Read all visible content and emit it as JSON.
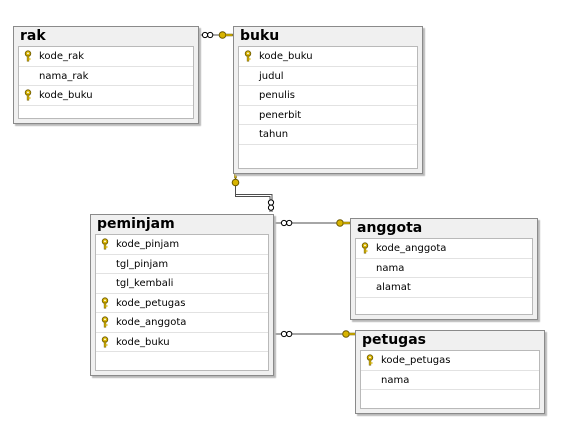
{
  "tables": {
    "rak": {
      "title": "rak",
      "columns": [
        {
          "name": "kode_rak",
          "key": true
        },
        {
          "name": "nama_rak",
          "key": false
        },
        {
          "name": "kode_buku",
          "key": true
        }
      ]
    },
    "buku": {
      "title": "buku",
      "columns": [
        {
          "name": "kode_buku",
          "key": true
        },
        {
          "name": "judul",
          "key": false
        },
        {
          "name": "penulis",
          "key": false
        },
        {
          "name": "penerbit",
          "key": false
        },
        {
          "name": "tahun",
          "key": false
        }
      ]
    },
    "peminjam": {
      "title": "peminjam",
      "columns": [
        {
          "name": "kode_pinjam",
          "key": true
        },
        {
          "name": "tgl_pinjam",
          "key": false
        },
        {
          "name": "tgl_kembali",
          "key": false
        },
        {
          "name": "kode_petugas",
          "key": true
        },
        {
          "name": "kode_anggota",
          "key": true
        },
        {
          "name": "kode_buku",
          "key": true
        }
      ]
    },
    "anggota": {
      "title": "anggota",
      "columns": [
        {
          "name": "kode_anggota",
          "key": true
        },
        {
          "name": "nama",
          "key": false
        },
        {
          "name": "alamat",
          "key": false
        }
      ]
    },
    "petugas": {
      "title": "petugas",
      "columns": [
        {
          "name": "kode_petugas",
          "key": true
        },
        {
          "name": "nama",
          "key": false
        }
      ]
    }
  },
  "relationships": [
    {
      "from": "rak",
      "to": "buku",
      "from_end": "many",
      "to_end": "one"
    },
    {
      "from": "peminjam",
      "to": "buku",
      "from_end": "many",
      "to_end": "one"
    },
    {
      "from": "peminjam",
      "to": "anggota",
      "from_end": "many",
      "to_end": "one"
    },
    {
      "from": "peminjam",
      "to": "petugas",
      "from_end": "many",
      "to_end": "one"
    }
  ],
  "colors": {
    "key_icon": "#d8b400",
    "line": "#4d4d4d",
    "table_border": "#8a8a8a",
    "table_fill": "#f0f0f0"
  }
}
